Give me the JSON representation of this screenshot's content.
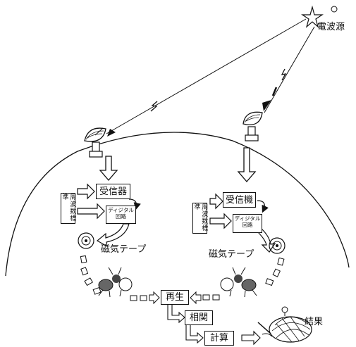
{
  "source_label": "電波源",
  "result_label": "結果",
  "stations": [
    {
      "receiver": "受信器",
      "freq_std": "周波数標準",
      "digital_circuit": [
        "ディジタル",
        "回路"
      ],
      "tape_label": "磁気テープ"
    },
    {
      "receiver": "受信機",
      "freq_std": "周波数標準",
      "digital_circuit": [
        "ディジタル",
        "回路"
      ],
      "tape_label": "磁気テープ"
    }
  ],
  "processing": {
    "playback": "再生",
    "correlation": "相関",
    "computation": "計算"
  }
}
